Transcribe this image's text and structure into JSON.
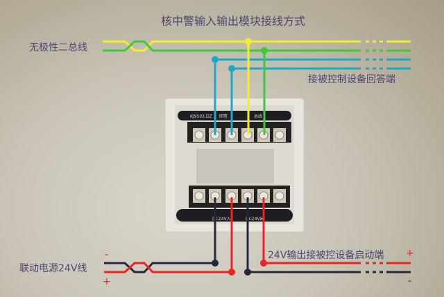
{
  "title": "核中警输入输出模块接线方式",
  "labels": {
    "bus": "无极性二总线",
    "answer": "接被控制设备回答端",
    "power": "联动电源24V线",
    "output": "24V输出接被控设备启动端",
    "minus": "-",
    "plus": "+"
  },
  "module": {
    "model": "KJ9503.DZ",
    "answer_tag": "回答",
    "bus_tag": "总线",
    "dc_in": "DC24V入",
    "dc_out": "DC24V出"
  },
  "colors": {
    "yellow": "#f2ee2a",
    "green": "#3ec83a",
    "cyan": "#1ea8c8",
    "red": "#ee2222",
    "black": "#26263a"
  }
}
